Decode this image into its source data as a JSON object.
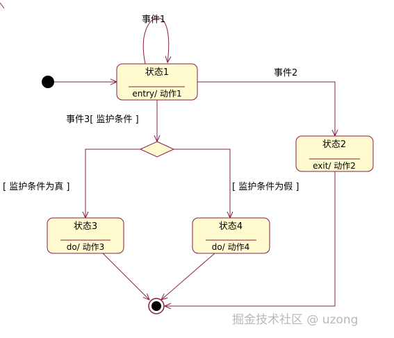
{
  "colors": {
    "line": "#8b1a4a",
    "state_fill": "#fffbce",
    "start_fill": "#000000",
    "watermark": "#b8b8b8"
  },
  "states": {
    "s1": {
      "name": "状态1",
      "action": "entry/ 动作1"
    },
    "s2": {
      "name": "状态2",
      "action": "exit/ 动作2"
    },
    "s3": {
      "name": "状态3",
      "action": "do/ 动作3"
    },
    "s4": {
      "name": "状态4",
      "action": "do/ 动作4"
    }
  },
  "transitions": {
    "self_loop": "事件1",
    "s1_to_s2": "事件2",
    "s1_to_decision": "事件3[ 监护条件 ]",
    "decision_to_s3": "[ 监护条件为真 ]",
    "decision_to_s4": "[ 监护条件为假 ]"
  },
  "watermark": "掘金技术社区 @ uzong"
}
